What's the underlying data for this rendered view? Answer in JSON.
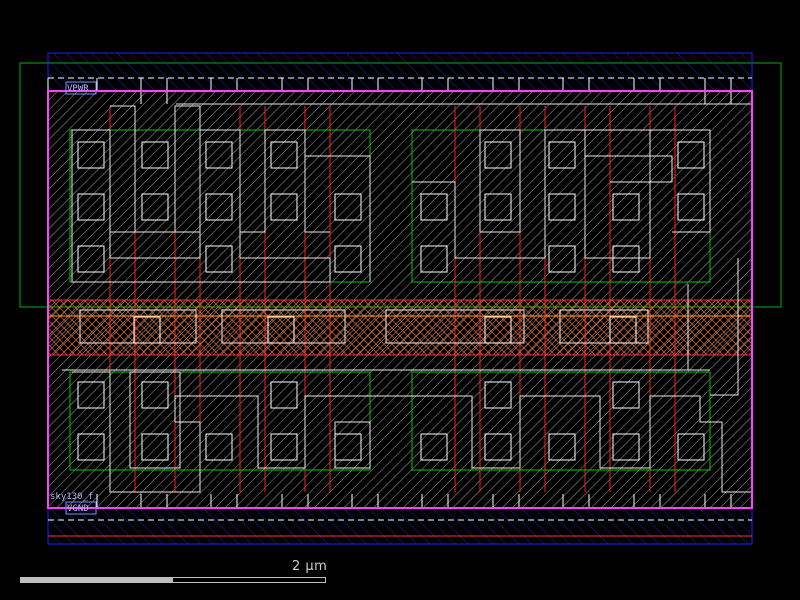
{
  "layout": {
    "labels": {
      "vpwr": "VPWR",
      "vgnd": "VGND",
      "cell_name": "sky130_f"
    },
    "colors": {
      "nwell": "#00b000",
      "met1": "#0000ff",
      "boundary": "#ff00ff",
      "li1_hatch": "#c8c8c8",
      "poly": "#ff2020",
      "diff": "#00c800",
      "contact": "#ffffff",
      "label_text": "#9fb4ff"
    }
  },
  "scale_bar": {
    "label": "2 µm",
    "fill_fraction": 0.5
  }
}
